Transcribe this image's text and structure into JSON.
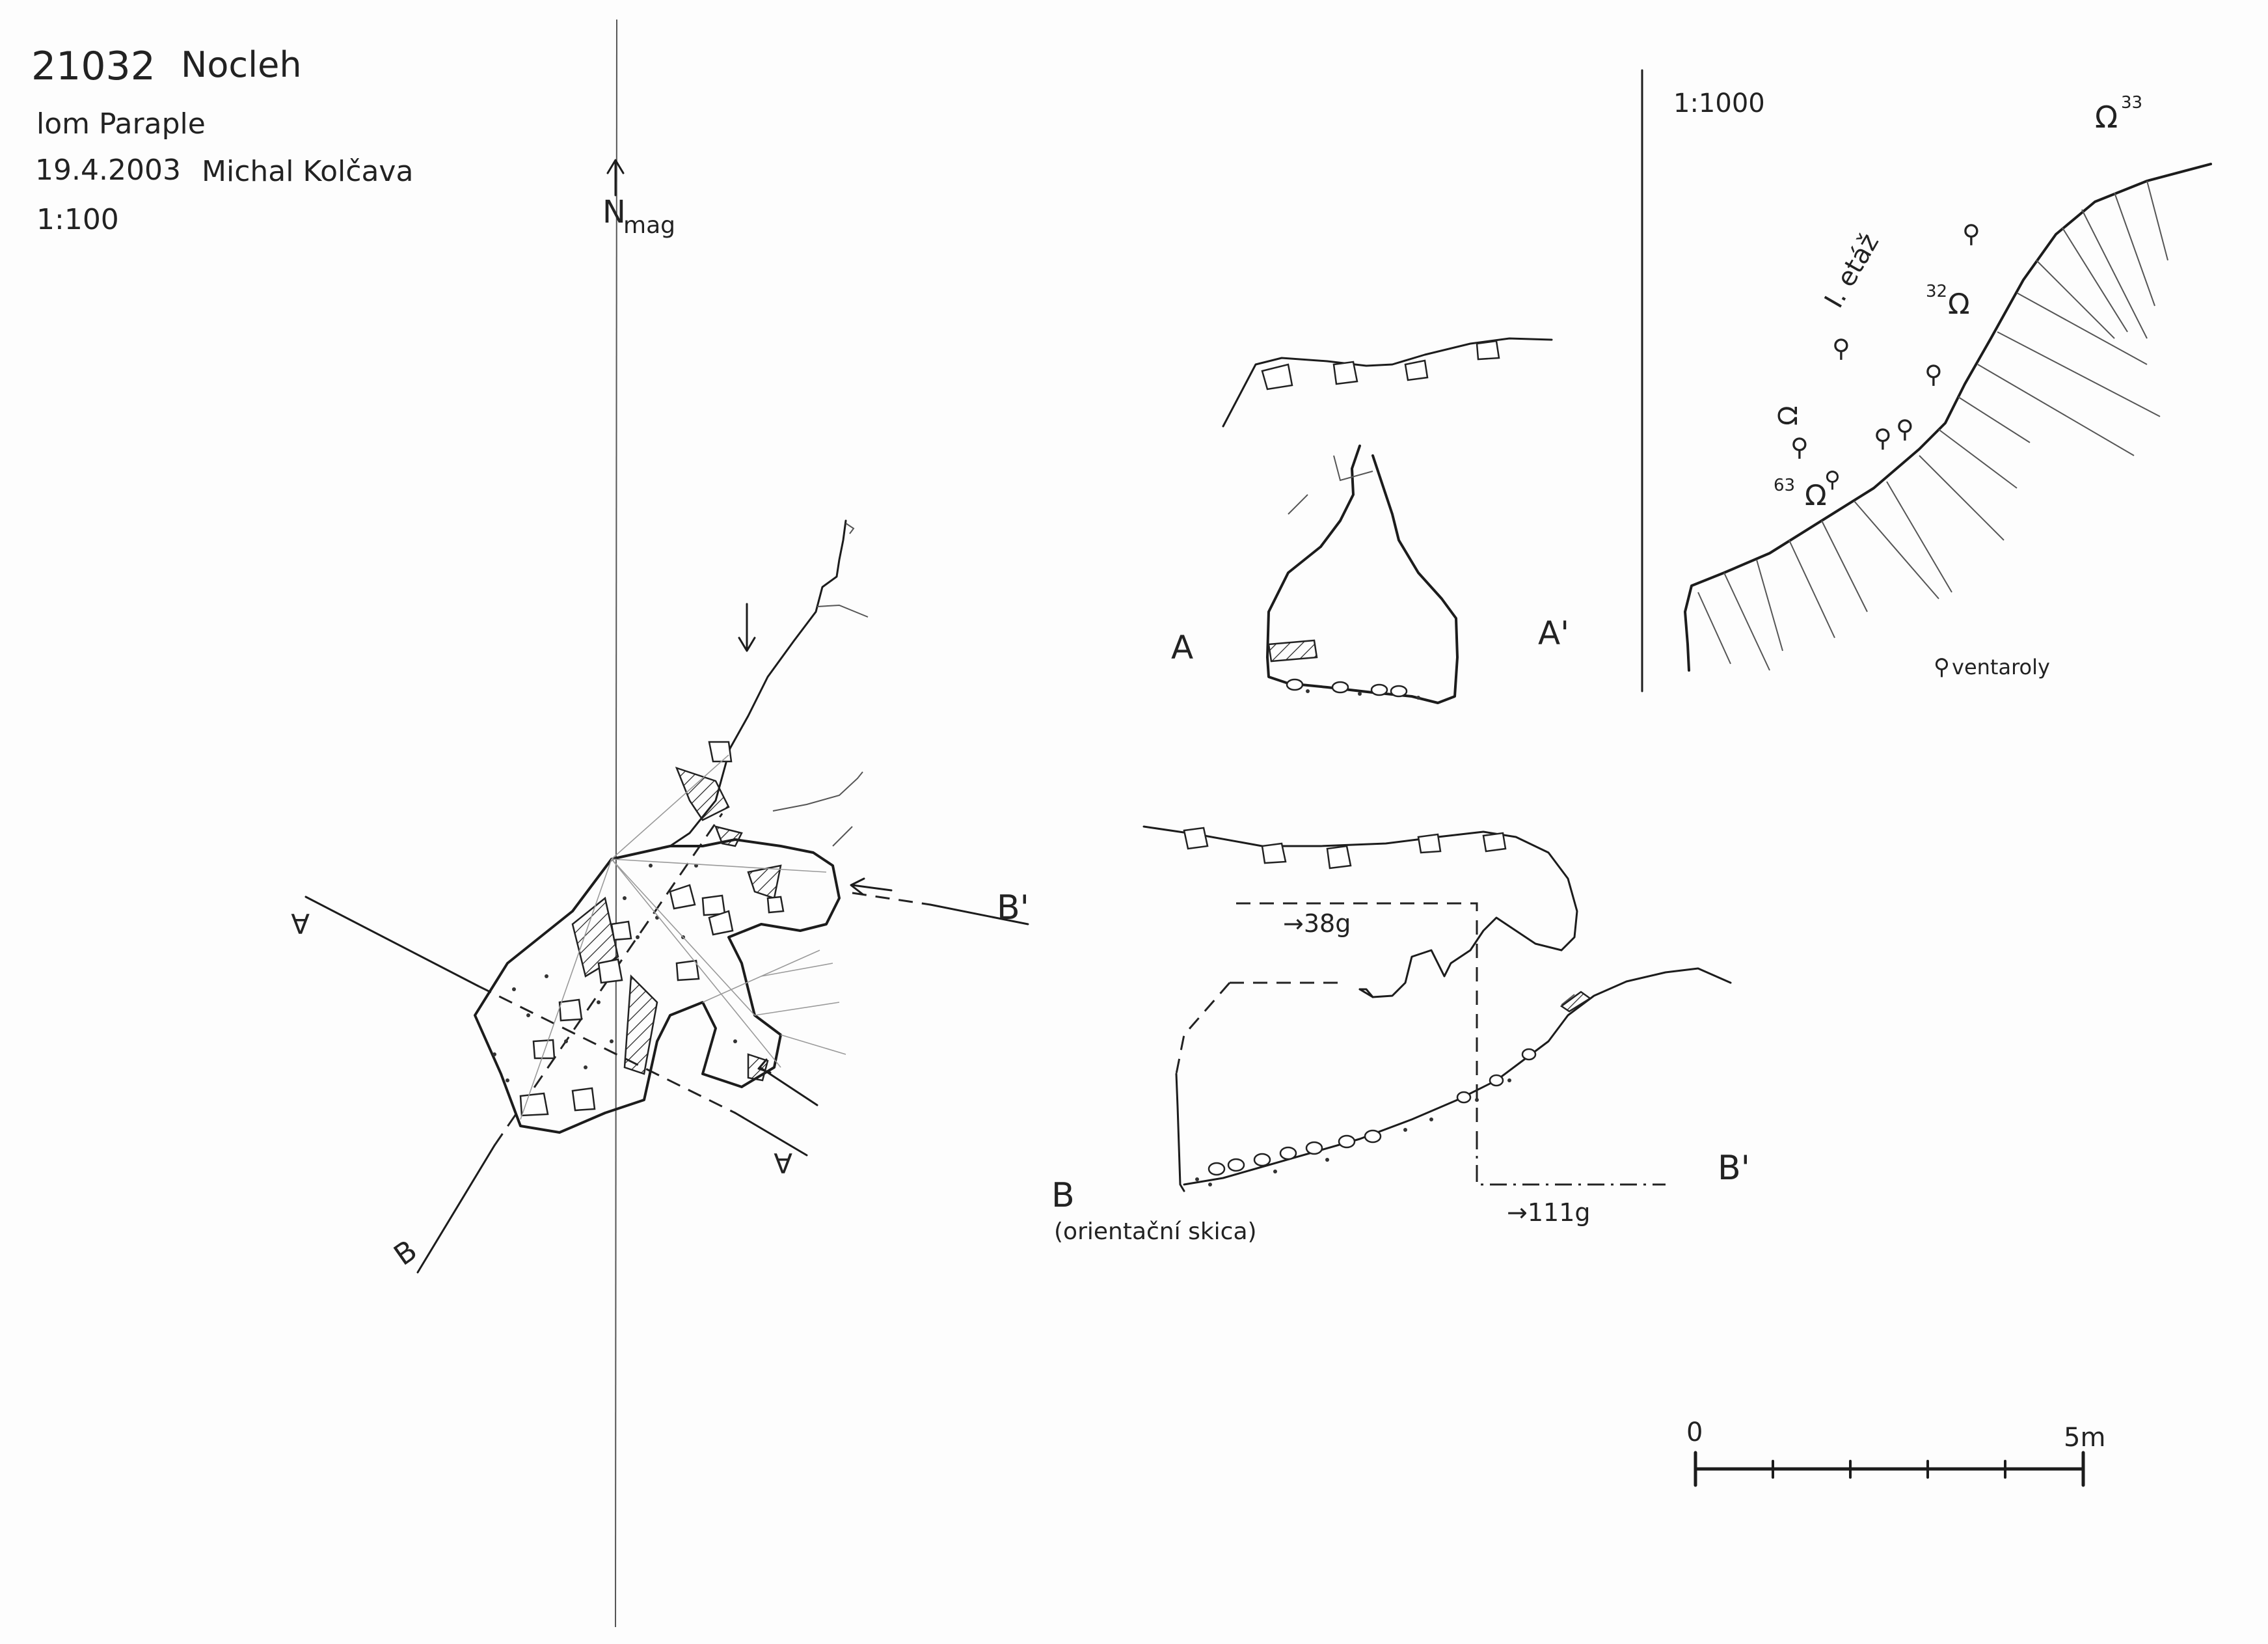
{
  "header": {
    "cave_number": "21032",
    "cave_name": "Nocleh",
    "locality": "lom Paraple",
    "survey_date": "19.4.2003",
    "surveyor": "Michal Kolčava",
    "scale": "1:100"
  },
  "north_arrow": {
    "label": "N",
    "subscript": "mag"
  },
  "plan": {
    "section_A_start": "A",
    "section_A_end": "A'",
    "section_B_start": "B",
    "section_B_end": "B'"
  },
  "cross_section_A": {
    "left_label": "A",
    "right_label": "A'"
  },
  "profile_B": {
    "label": "B",
    "note": "(orientační skica)",
    "bearing_upper": "→38g",
    "bearing_lower": "→111g",
    "end_label": "B'"
  },
  "overview_map": {
    "scale": "1:1000",
    "level_label": "I. etáž",
    "cave_markers": [
      {
        "number": "33",
        "symbol": "Ω"
      },
      {
        "number": "32",
        "symbol": "Ω"
      },
      {
        "number": "63",
        "symbol": "Ω"
      }
    ],
    "legend": {
      "symbol": "⚲",
      "text": "ventaroly"
    }
  },
  "scale_bar": {
    "start_label": "0",
    "end_label": "5m",
    "divisions": 5
  }
}
